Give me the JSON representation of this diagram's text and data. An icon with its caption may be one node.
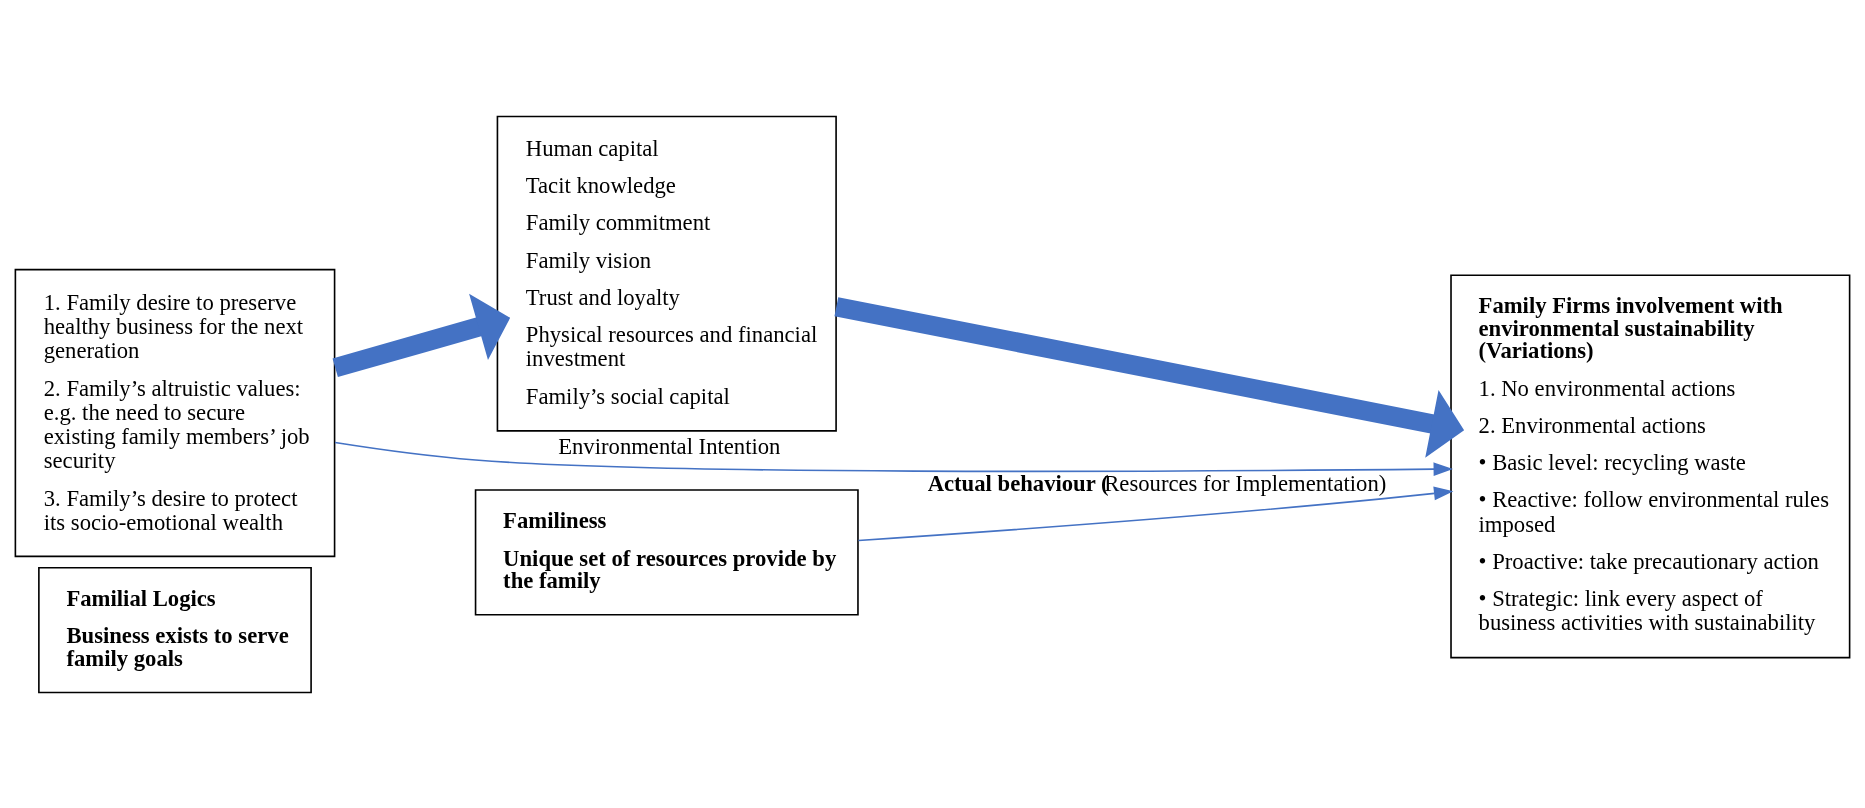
{
  "diagram": {
    "nodes": [
      {
        "text": [
          "Familial Logics",
          "Business exists to serve family goals"
        ]
      },
      {
        "text": [
          "1. Family desire to preserve healthy business for the next generation",
          "2. Family’s altruistic values: e.g. the need to secure existing family members’ job security",
          "3. Family’s desire to protect its socio-emotional wealth"
        ]
      },
      {
        "text": [
          "Familiness",
          "Unique set of resources provide by the family"
        ]
      },
      {
        "text": [
          "Human capital",
          "Tacit knowledge",
          "Family commitment",
          "Family vision",
          "Trust and loyalty",
          "Physical resources and financial investment",
          "Family’s social capital"
        ]
      },
      {
        "text": [
          "Family Firms involvement with environmental sustainability (Variations)",
          "1. No environmental actions",
          "2. Environmental actions",
          "• Basic level: recycling waste",
          "• Reactive: follow environmental rules imposed",
          "• Proactive: take precautionary action",
          "• Strategic: link every aspect of business activities with sustainability"
        ]
      }
    ],
    "edges": [
      {
        "from": 1,
        "to": 3,
        "arrow": "to",
        "style": "thick"
      },
      {
        "from": 3,
        "to": 4,
        "arrow": "to",
        "style": "thick"
      },
      {
        "from": 2,
        "to": 4,
        "arrow": "to",
        "label": "**Actual behaviour (**Resources for Implementation)"
      },
      {
        "from": 1,
        "to": 4,
        "arrow": "to",
        "label": "Environmental Intention"
      }
    ]
  }
}
